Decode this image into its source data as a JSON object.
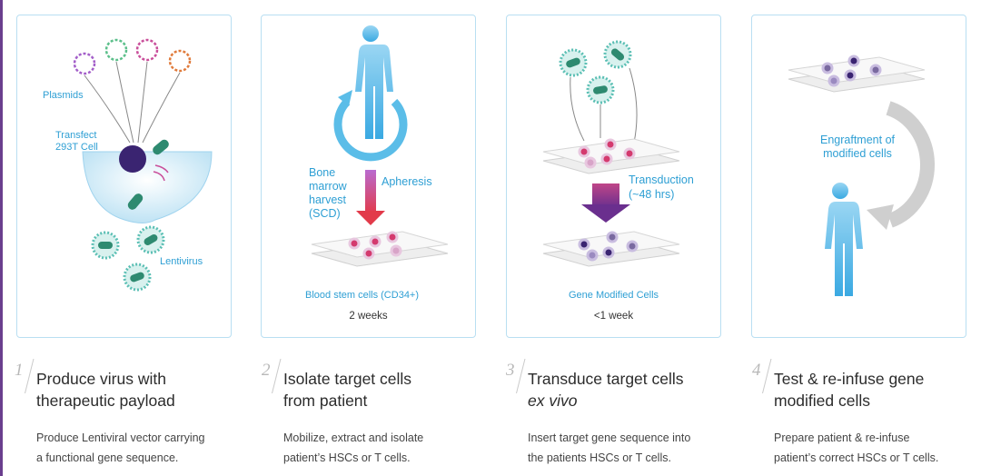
{
  "panels": [
    {
      "labels": {
        "plasmids": "Plasmids",
        "transfect": "Transfect",
        "cell": "293T Cell",
        "lentivirus": "Lentivirus"
      }
    },
    {
      "labels": {
        "bone": "Bone",
        "marrow": "marrow",
        "harvest": "harvest",
        "scd": "(SCD)",
        "apheresis": "Apheresis",
        "stem": "Blood stem cells (CD34+)"
      },
      "duration": "2 weeks"
    },
    {
      "labels": {
        "transduction": "Transduction",
        "hrs": "(~48 hrs)",
        "modified": "Gene Modified Cells"
      },
      "duration": "<1 week"
    },
    {
      "labels": {
        "engraftment": "Engraftment of",
        "modified_cells": "modified cells"
      }
    }
  ],
  "steps": [
    {
      "number": "1",
      "title_line1": "Produce virus with",
      "title_line2": "therapeutic payload",
      "desc_line1": "Produce Lentiviral vector carrying",
      "desc_line2": "a functional gene sequence."
    },
    {
      "number": "2",
      "title_line1": "Isolate target cells",
      "title_line2": "from patient",
      "desc_line1": "Mobilize, extract and isolate",
      "desc_line2": "patient’s HSCs or T cells."
    },
    {
      "number": "3",
      "title_line1": "Transduce target cells",
      "title_line2": "ex vivo",
      "desc_line1": "Insert target gene sequence into",
      "desc_line2": "the patients HSCs or T cells."
    },
    {
      "number": "4",
      "title_line1": "Test & re-infuse gene",
      "title_line2": "modified cells",
      "desc_line1": "Prepare patient & re-infuse",
      "desc_line2": "patient’s correct HSCs or T cells."
    }
  ],
  "colors": {
    "frame": "#b9dff2",
    "label": "#2e9fd4",
    "accent": "#6a3e8e",
    "cell_pink": "#d43a6e",
    "cell_purple": "#3a2471",
    "virus_teal": "#5bbfb4",
    "body_blue": "#4fb3e6"
  }
}
